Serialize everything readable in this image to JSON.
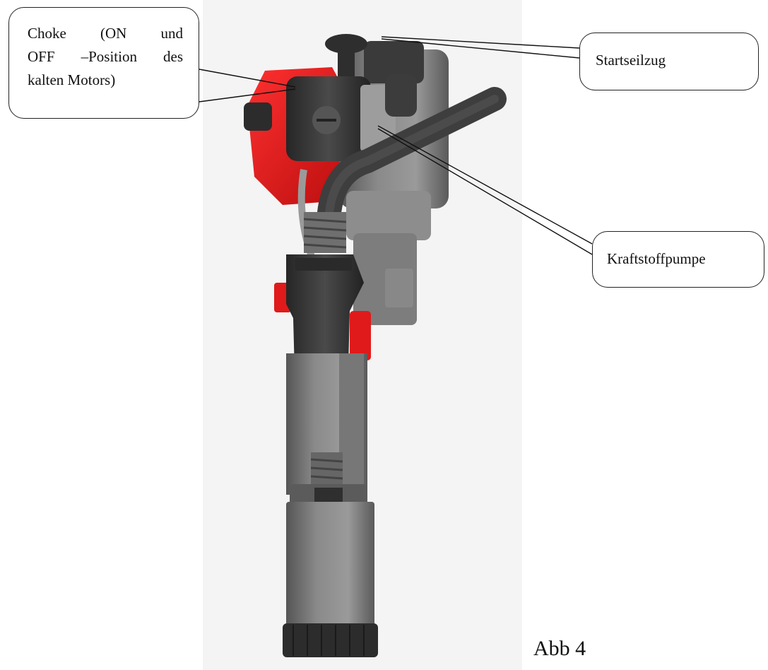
{
  "figure": {
    "caption": "Abb 4"
  },
  "labels": {
    "choke": {
      "lines": [
        "Choke (ON und",
        "OFF –Position des",
        "kalten Motors)"
      ]
    },
    "start_pull": "Startseilzug",
    "fuel_pump": "Kraftstoffpumpe"
  },
  "colors": {
    "engine_red": "#e01a1a",
    "housing_gray": "#7c7c7c",
    "dark_gray": "#3a3a3a",
    "callout_border": "#222222"
  }
}
